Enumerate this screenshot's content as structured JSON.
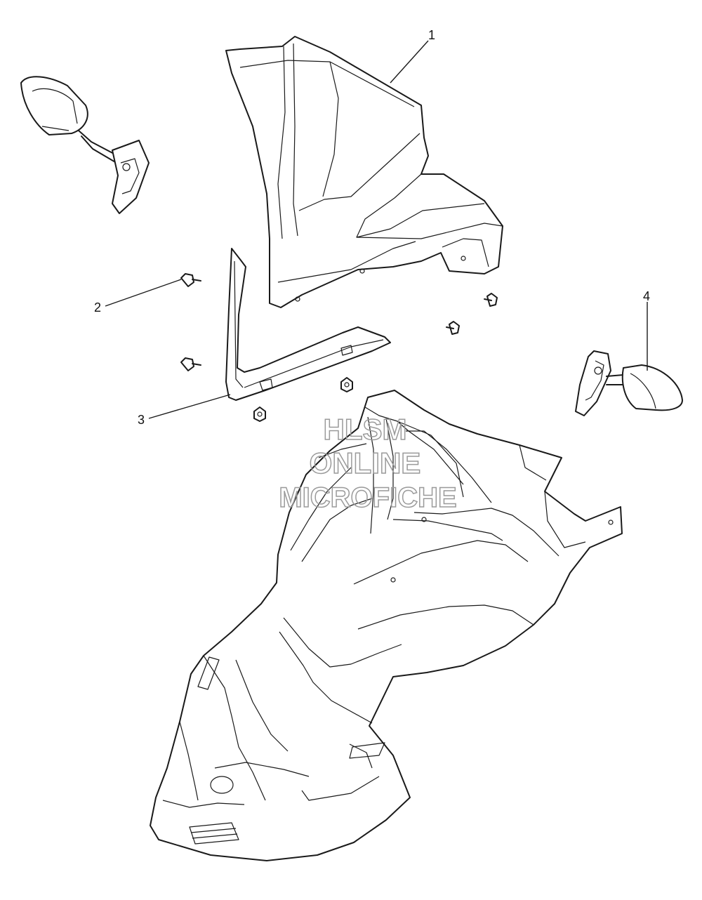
{
  "callouts": [
    {
      "id": "1",
      "label": "1"
    },
    {
      "id": "2",
      "label": "2"
    },
    {
      "id": "3",
      "label": "3"
    },
    {
      "id": "4",
      "label": "4"
    }
  ],
  "watermark": {
    "line1": "HLSM",
    "line2": "ONLINE",
    "line3": "MICROFICHE",
    "color": "#9a9a9a"
  },
  "colors": {
    "line": "#1a1a1a",
    "background": "#ffffff"
  }
}
